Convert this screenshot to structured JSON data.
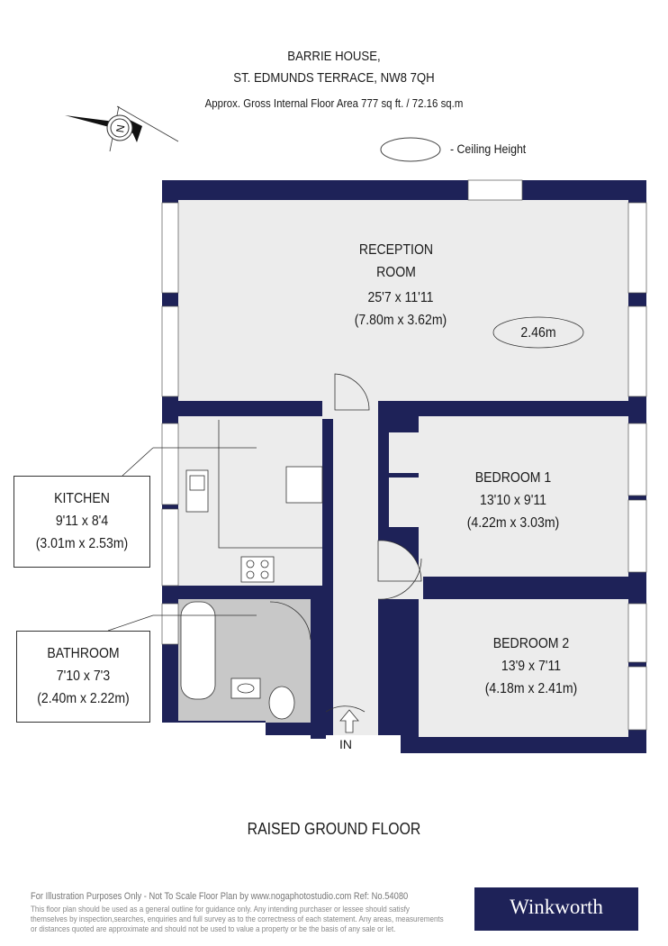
{
  "header": {
    "line1": "BARRIE HOUSE,",
    "line2": "ST. EDMUNDS TERRACE, NW8 7QH",
    "area": "Approx. Gross Internal Floor Area 777 sq ft. / 72.16 sq.m"
  },
  "compass": {
    "label": "N"
  },
  "legend": {
    "ceiling_label": "- Ceiling Height"
  },
  "rooms": {
    "reception": {
      "name_line1": "RECEPTION",
      "name_line2": "ROOM",
      "imperial": "25'7 x 11'11",
      "metric": "(7.80m x 3.62m)",
      "ceiling": "2.46m"
    },
    "bedroom1": {
      "name": "BEDROOM 1",
      "imperial": "13'10 x 9'11",
      "metric": "(4.22m x 3.03m)"
    },
    "bedroom2": {
      "name": "BEDROOM 2",
      "imperial": "13'9 x 7'11",
      "metric": "(4.18m x 2.41m)"
    },
    "kitchen": {
      "name": "KITCHEN",
      "imperial": "9'11 x 8'4",
      "metric": "(3.01m x 2.53m)"
    },
    "bathroom": {
      "name": "BATHROOM",
      "imperial": "7'10 x 7'3",
      "metric": "(2.40m x 2.22m)"
    }
  },
  "entrance": {
    "label": "IN"
  },
  "floor_name": "RAISED GROUND FLOOR",
  "footer": {
    "line1": "For Illustration Purposes Only - Not To Scale   Floor Plan by www.nogaphotostudio.com   Ref: No.54080",
    "line2": "This floor plan should be used as a general outline for guidance only. Any intending purchaser or lessee should satisfy",
    "line3": "themselves by inspection,searches, enquiries and full survey as to the correctness of each statement. Any areas, measurements",
    "line4": "or distances quoted are approximate and should not be used to value a property or be the basis of any sale or let.",
    "logo": "Winkworth"
  },
  "colors": {
    "wall": "#1e2258",
    "floor": "#ececec",
    "bathroom_floor": "#c8c8c8",
    "logo_bg": "#1e2258"
  }
}
